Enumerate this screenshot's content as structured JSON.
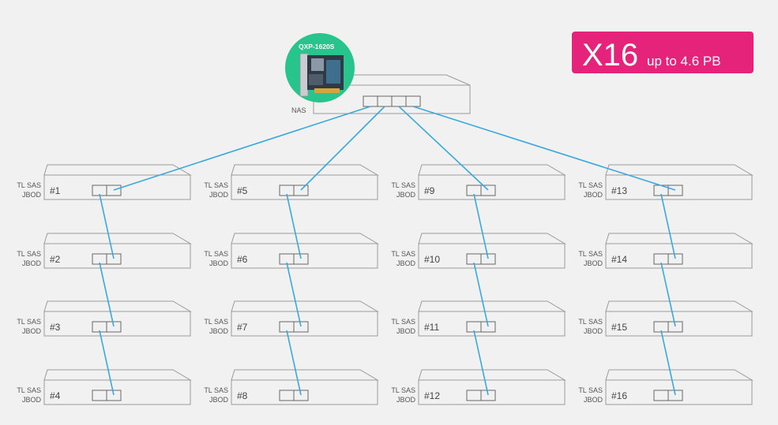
{
  "badge": {
    "count": "X16",
    "capacity": "up to 4.6 PB",
    "color": "#e6237a"
  },
  "nas": {
    "label": "NAS",
    "card_label": "QXP-1620S",
    "card_color": "#27c48e"
  },
  "cable_color": "#3aa8dc",
  "jbod_label_line1": "TL SAS",
  "jbod_label_line2": "JBOD",
  "jbods": [
    {
      "number": "#1"
    },
    {
      "number": "#2"
    },
    {
      "number": "#3"
    },
    {
      "number": "#4"
    },
    {
      "number": "#5"
    },
    {
      "number": "#6"
    },
    {
      "number": "#7"
    },
    {
      "number": "#8"
    },
    {
      "number": "#9"
    },
    {
      "number": "#10"
    },
    {
      "number": "#11"
    },
    {
      "number": "#12"
    },
    {
      "number": "#13"
    },
    {
      "number": "#14"
    },
    {
      "number": "#15"
    },
    {
      "number": "#16"
    }
  ]
}
